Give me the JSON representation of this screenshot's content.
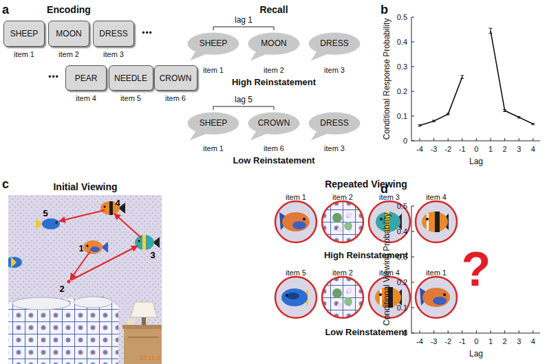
{
  "diagram": {
    "nodes": [
      {
        "text": [
          "SHEEP"
        ]
      },
      {
        "text": [
          "MOON"
        ]
      },
      {
        "text": [
          "DRESS"
        ]
      },
      {
        "text": [
          "PEAR"
        ]
      },
      {
        "text": [
          "NEEDLE"
        ]
      },
      {
        "text": [
          "CROWN"
        ]
      },
      {
        "text": [
          "SHEEP"
        ]
      },
      {
        "text": [
          "MOON"
        ]
      },
      {
        "text": [
          "DRESS"
        ]
      },
      {
        "text": [
          "SHEEP"
        ]
      },
      {
        "text": [
          "CROWN"
        ]
      },
      {
        "text": [
          "DRESS"
        ]
      }
    ],
    "labels": [
      "a",
      "Encoding",
      "item 1",
      "item 2",
      "item 3",
      "•••",
      "•••",
      "item 4",
      "item 5",
      "item 6",
      "Recall",
      "lag 1",
      "item 1",
      "item 2",
      "item 3",
      "High Reinstatement",
      "lag 5",
      "item 1",
      "item 6",
      "item 3",
      "Low Reinstatement",
      "b",
      "Conditional Response Probability",
      "0",
      "0.1",
      "0.2",
      "0.3",
      "0.4",
      "0.5",
      "-4",
      "-3",
      "-2",
      "-1",
      "0",
      "1",
      "2",
      "3",
      "4",
      "Lag",
      "c",
      "Initial Viewing",
      "1",
      "2",
      "3",
      "4",
      "5",
      "03.16.2",
      "Repeated Viewing",
      "item 1",
      "item 2",
      "item 3",
      "item 4",
      "High Reinstatement",
      "item 5",
      "item 2",
      "item 4",
      "item 1",
      "Low Reinstatement",
      "d",
      "Conditional Viewing Probability",
      "0",
      "0.1",
      "0.2",
      "0.3",
      "0.4",
      "0.5",
      "-4",
      "-3",
      "-2",
      "-1",
      "0",
      "1",
      "2",
      "3",
      "4",
      "Lag",
      "?"
    ]
  }
}
